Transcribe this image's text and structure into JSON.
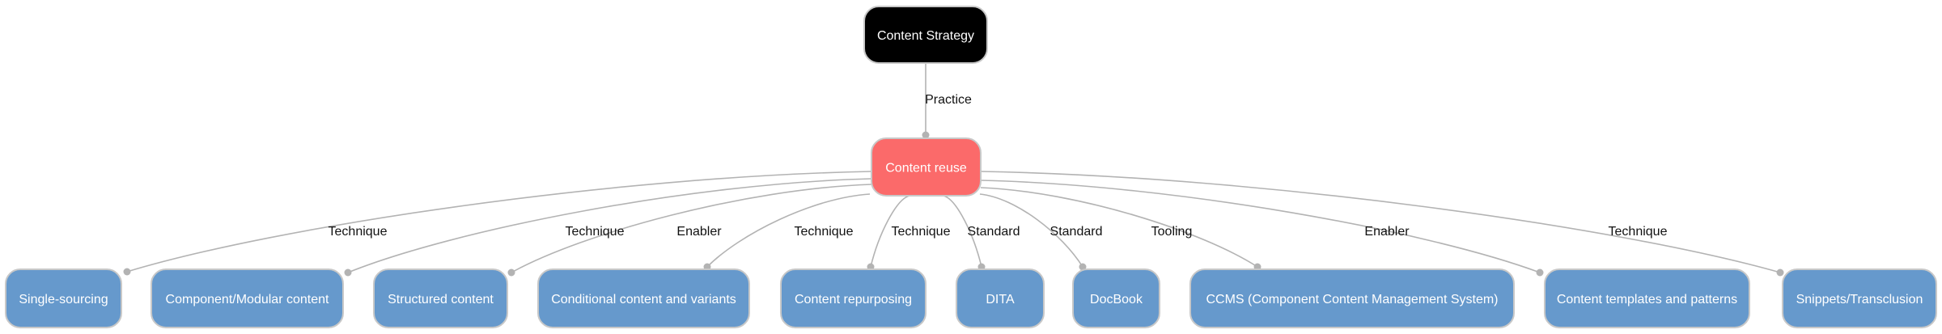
{
  "colors": {
    "root_fill": "#000000",
    "hub_fill": "#fb6a6a",
    "leaf_fill": "#6699cc",
    "edge": "#b3b3b3",
    "node_stroke": "#c8c8c8"
  },
  "root": {
    "label": "Content Strategy"
  },
  "root_edge_label": "Practice",
  "hub": {
    "label": "Content reuse"
  },
  "leaves": [
    {
      "label": "Single-sourcing",
      "edge_label": "Technique"
    },
    {
      "label": "Component/Modular content",
      "edge_label": "Technique"
    },
    {
      "label": "Structured content",
      "edge_label": "Enabler"
    },
    {
      "label": "Conditional content and variants",
      "edge_label": "Technique"
    },
    {
      "label": "Content repurposing",
      "edge_label": "Technique"
    },
    {
      "label": "DITA",
      "edge_label": "Standard"
    },
    {
      "label": "DocBook",
      "edge_label": "Standard"
    },
    {
      "label": "CCMS (Component Content Management System)",
      "edge_label": "Tooling"
    },
    {
      "label": "Content templates and patterns",
      "edge_label": "Enabler"
    },
    {
      "label": "Snippets/Transclusion",
      "edge_label": "Technique"
    }
  ]
}
